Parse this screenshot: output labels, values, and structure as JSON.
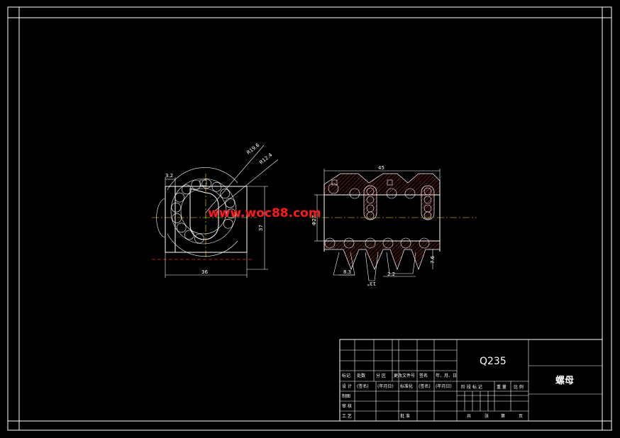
{
  "drawing": {
    "watermark": "www.woc88.com",
    "dimensions": {
      "r_outer": "R19.6",
      "r_inner": "R12.4",
      "offset": "3.2",
      "width": "36",
      "height": "37",
      "length": "45",
      "diameter": "Φ27",
      "tooth_width": "8.3",
      "pitch": "2.2",
      "angle": "13°",
      "tooth_height": "7.6"
    }
  },
  "title_block": {
    "material": "Q235",
    "part_name": "螺母",
    "rev_headers": [
      "标记",
      "处数",
      "分 区",
      "更改文件号",
      "签名",
      "年、月、日"
    ],
    "row_design": [
      "设 计",
      "(签名)",
      "(年月日)",
      "标准化",
      "(签名)",
      "(年月日)"
    ],
    "row_draw": "制图",
    "row_review": "审 核",
    "row_process": "工 艺",
    "row_approve": "批 准",
    "stage_headers": [
      "阶 段 标 记",
      "重 量",
      "比 例"
    ],
    "sheet_info": [
      "共",
      "张",
      "第",
      "页"
    ]
  }
}
